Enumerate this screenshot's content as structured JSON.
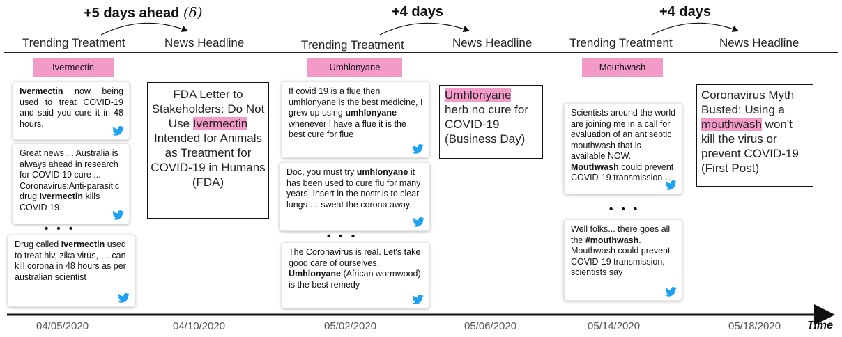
{
  "columns": {
    "treatment_label": "Trending Treatment",
    "headline_label": "News Headline"
  },
  "lead_times": [
    {
      "text": "+5 days ahead",
      "delta": "(δ)"
    },
    {
      "text": "+4 days"
    },
    {
      "text": "+4 days"
    }
  ],
  "groups": [
    {
      "treatment": "Ivermectin",
      "tweets": [
        {
          "pre": "",
          "bold": "Ivermectin",
          "post": " now being used to treat COVID-19 and said you cure it in 48 hours."
        },
        {
          "pre": "Great news ... Australia is always ahead in research for COVID 19 cure ... Coronavirus:Anti-parasitic drug ",
          "bold": "Ivermectin",
          "post": " kills COVID 19."
        },
        {
          "pre": "Drug called ",
          "bold": "Ivermectin",
          "post": " used to treat hiv, zika virus, … can kill corona in 48 hours as per australian scientist"
        }
      ],
      "ellipsis": "• • •",
      "headline": {
        "pre": "FDA Letter to Stakeholders: Do Not Use ",
        "hl": "Ivermectin",
        "post": " Intended for Animals as Treatment for COVID-19 in Humans (FDA)"
      },
      "tweet_date": "04/05/2020",
      "headline_date": "04/10/2020"
    },
    {
      "treatment": "Umhlonyane",
      "tweets": [
        {
          "pre": "If covid 19 is a flue then umhlonyane is the best medicine, I grew up using ",
          "bold": "umhlonyane",
          "post": " whenever I have a flue it is the best cure for flue"
        },
        {
          "pre": "Doc, you must try ",
          "bold": "umhlonyane",
          "post": " it has been used to cure flu for many years. Insert in the nostrils to clear lungs … sweat the corona away."
        },
        {
          "pre": "The Coronavirus is real. Let's take good care of ourselves. ",
          "bold": "Umhlonyane",
          "post": " (African wormwood) is the best remedy"
        }
      ],
      "ellipsis": "• • •",
      "headline": {
        "pre": "",
        "hl": "Umhlonyane",
        "post": " herb no cure for COVID-19 (Business Day)"
      },
      "tweet_date": "05/02/2020",
      "headline_date": "05/06/2020"
    },
    {
      "treatment": "Mouthwash",
      "tweets": [
        {
          "pre": "Scientists around the world are joining me in a call for evaluation of an antiseptic mouthwash that is available NOW. ",
          "bold": "Mouthwash",
          "post": " could prevent COVID-19 transmission…"
        },
        {
          "pre": "Well folks... there goes all the ",
          "bold": "#mouthwash",
          "post": ". Mouthwash could prevent COVID-19 transmission, scientists say"
        }
      ],
      "ellipsis": "• • •",
      "headline": {
        "pre": "Coronavirus Myth Busted: Using a ",
        "hl": "mouthwash",
        "post": " won't kill the virus or prevent COVID-19 (First Post)"
      },
      "tweet_date": "05/14/2020",
      "headline_date": "05/18/2020"
    }
  ],
  "time_label": "Time",
  "colors": {
    "highlight": "#f49ac9",
    "twitter": "#1da1f2",
    "axis": "#111111"
  },
  "icons": {
    "tweet": "twitter-bird-icon",
    "arrow": "curved-arrow-icon"
  }
}
